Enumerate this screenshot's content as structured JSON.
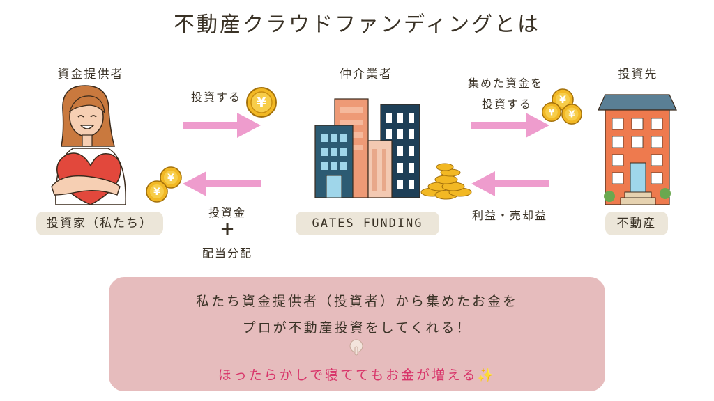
{
  "title": "不動産クラウドファンディングとは",
  "roles": {
    "provider": "資金提供者",
    "broker": "仲介業者",
    "target": "投資先"
  },
  "pills": {
    "investor": "投資家（私たち）",
    "company": "GATES FUNDING",
    "property": "不動産"
  },
  "flows": {
    "invest": "投資する",
    "collected_line1": "集めた資金を",
    "collected_line2": "投資する",
    "return_line1": "投資金",
    "return_plus": "+",
    "return_line2": "配当分配",
    "profit": "利益・売却益"
  },
  "coin_symbol": "¥",
  "message": {
    "line1": "私たち資金提供者（投資者）から集めたお金を",
    "line2": "プロが不動産投資をしてくれる！",
    "line3": "ほったらかしで寝ててもお金が増える",
    "sparkle": "✨"
  },
  "colors": {
    "arrow": "#ee9ccd",
    "message_box": "#e6bcbd",
    "highlight_text": "#d8356a",
    "pill": "#ece6d9",
    "coin": "#f2b824"
  },
  "icons": {
    "person": "woman-hugging-heart-illustration",
    "office": "office-buildings-illustration",
    "house": "apartment-building-illustration",
    "pointer": "pointing-down-hand-icon"
  }
}
